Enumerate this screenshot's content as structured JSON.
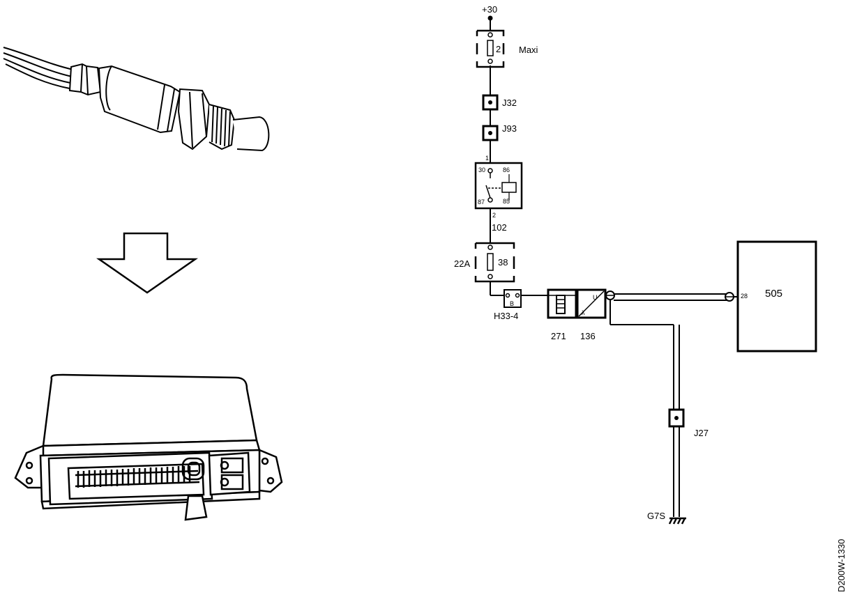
{
  "diagram": {
    "supply_label": "+30",
    "maxi_fuse": {
      "number": "2",
      "label": "Maxi"
    },
    "connector_j32": "J32",
    "connector_j93": "J93",
    "relay": {
      "pin_top": "1",
      "pin_30": "30",
      "pin_86": "86",
      "pin_87": "87",
      "pin_85": "85",
      "pin_bottom": "2",
      "id": "102"
    },
    "fuse_22a": {
      "label": "22A",
      "number": "38"
    },
    "connector_h33": {
      "label": "H33-4",
      "pin": "B"
    },
    "heater_271": "271",
    "sensor_136": {
      "id": "136",
      "sym_u": "U",
      "sym_lambda": "λ"
    },
    "ecu_505": {
      "id": "505",
      "pin": "28"
    },
    "connector_j27": "J27",
    "ground": "G7S",
    "doc_code": "D200W-1330"
  }
}
